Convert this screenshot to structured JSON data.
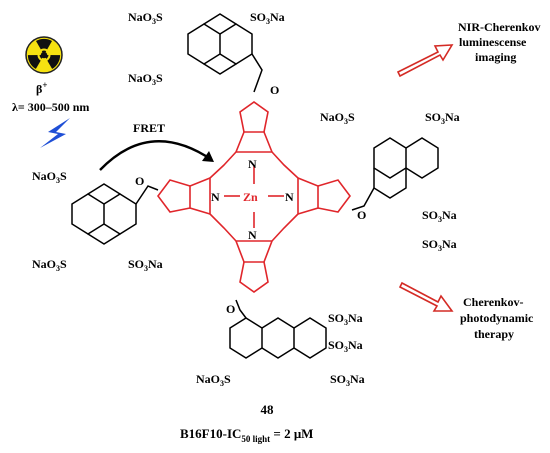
{
  "radiation": {
    "symbol": "☢",
    "particle": "β",
    "particle_charge": "+",
    "wavelength": "λ= 300–500 nm"
  },
  "fret_label": "FRET",
  "outcomes": [
    {
      "line1": "NIR-Cherenkov",
      "line2": "luminescense",
      "line3": "imaging"
    },
    {
      "line1": "Cherenkov-",
      "line2": "photodynamic",
      "line3": "therapy"
    }
  ],
  "groups": {
    "top_left": "NaO",
    "top_left_sub": "3",
    "top_left_tail": "S",
    "sulfonate_na": "SO",
    "sulfonate_sub": "3",
    "sulfonate_tail": "Na"
  },
  "core": {
    "metal": "Zn",
    "nitrogen": "N",
    "oxygen": "O"
  },
  "compound_number": "48",
  "activity": {
    "prefix": "B16F10-IC",
    "subscript": "50 light",
    "suffix": " = 2 μM"
  },
  "colors": {
    "core": "#e0262b",
    "arrow_outline": "#d42b25",
    "bolt": "#1f4fd6",
    "hazard_bg": "#f6e211"
  }
}
